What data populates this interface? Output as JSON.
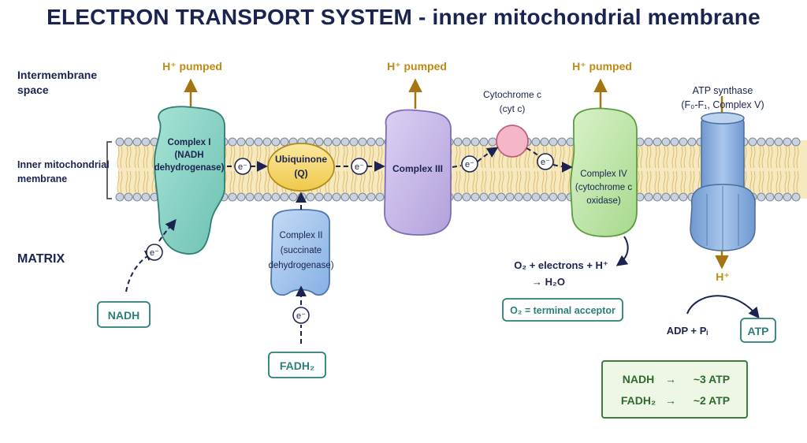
{
  "title": "ELECTRON TRANSPORT SYSTEM - inner mitochondrial membrane",
  "side_labels": {
    "intermembrane": [
      "Intermembrane",
      "space"
    ],
    "inner_membrane": [
      "Inner mitochondrial",
      "membrane"
    ],
    "matrix": "MATRIX"
  },
  "pumped": "H⁺ pumped",
  "electron": "e⁻",
  "complex1": [
    "Complex I",
    "(NADH",
    "dehydrogenase)"
  ],
  "ubiquinone": [
    "Ubiquinone",
    "(Q)"
  ],
  "complex2": [
    "Complex II",
    "(succinate",
    "dehydrogenase)"
  ],
  "complex3": "Complex III",
  "cytc": [
    "Cytochrome c",
    "(cyt c)"
  ],
  "complex4": [
    "Complex IV",
    "(cytochrome c",
    "oxidase)"
  ],
  "atp_synthase": [
    "ATP synthase",
    "(F₀-F₁, Complex V)"
  ],
  "nadh": "NADH",
  "fadh2": "FADH₂",
  "water_reaction": [
    "O₂ + electrons + H⁺",
    "→ H₂O"
  ],
  "terminal_acceptor": "O₂ = terminal acceptor",
  "h_plus": "H⁺",
  "adp": "ADP + Pᵢ",
  "atp": "ATP",
  "yield": [
    {
      "from": "NADH",
      "arrow": "→",
      "to": "~3 ATP"
    },
    {
      "from": "FADH₂",
      "arrow": "→",
      "to": "~2 ATP"
    }
  ],
  "colors": {
    "title": "#1b2350",
    "pumped": "#c08a12",
    "complex1": "#8dd7c9",
    "ubiquinone": "#f7dc73",
    "complex2": "#a9c8ef",
    "complex3": "#cbbde8",
    "cytc": "#f5b7c8",
    "complex4": "#c5e8b0",
    "atp_synthase": "#94b7e3",
    "teal": "#2a7f78",
    "green": "#2e6b2e"
  }
}
